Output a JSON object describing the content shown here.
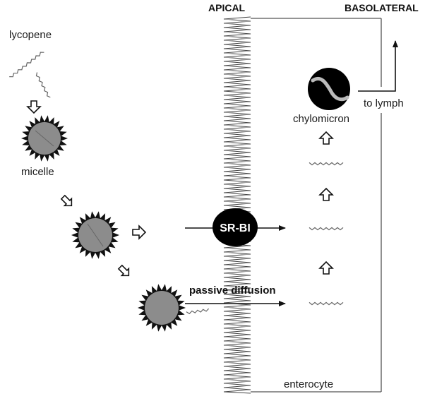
{
  "labels": {
    "apical": "APICAL",
    "basolateral": "BASOLATERAL",
    "lycopene": "lycopene",
    "micelle": "micelle",
    "chylomicron": "chylomicron",
    "to_lymph": "to lymph",
    "srbi": "SR-BI",
    "passive_diffusion": "passive diffusion",
    "enterocyte": "enterocyte"
  },
  "colors": {
    "micelle_fill": "#8c8c8c",
    "micelle_spikes": "#111111",
    "transporter": "#000000",
    "line": "#111111",
    "membrane": "#444444"
  }
}
